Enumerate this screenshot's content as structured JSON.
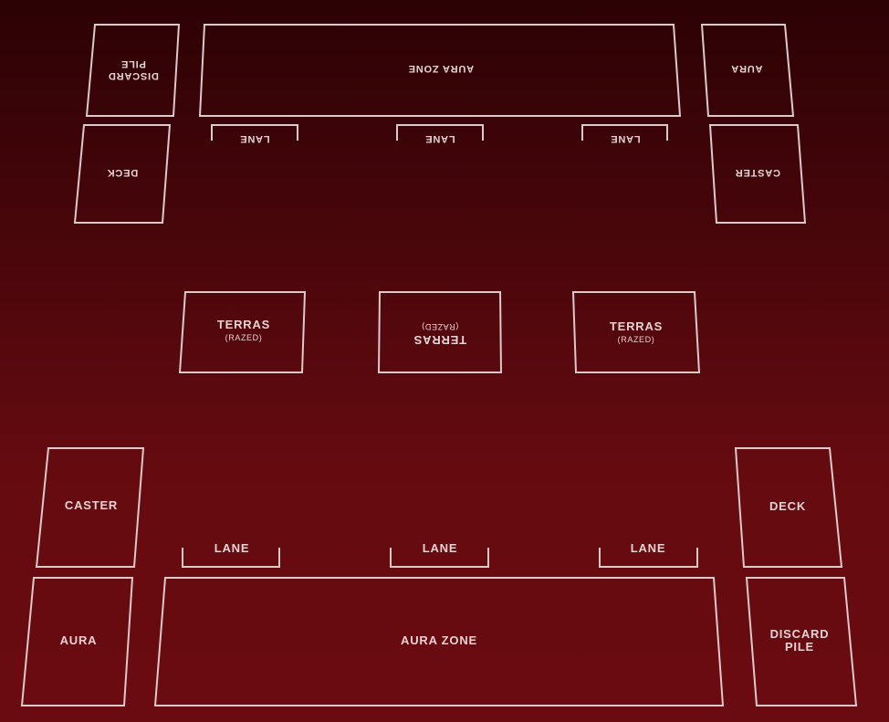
{
  "opponent": {
    "discard_pile": [
      "DISCARD",
      "PILE"
    ],
    "aura_zone": "AURA ZONE",
    "aura": "AURA",
    "deck": "DECK",
    "caster": "CASTER",
    "lanes": [
      "LANE",
      "LANE",
      "LANE"
    ]
  },
  "terras": [
    {
      "name": "TERRAS",
      "status": "(RAZED)"
    },
    {
      "name": "TERRAS",
      "status": "(RAZED)"
    },
    {
      "name": "TERRAS",
      "status": "(RAZED)"
    }
  ],
  "player": {
    "caster": "CASTER",
    "deck": "DECK",
    "lanes": [
      "LANE",
      "LANE",
      "LANE"
    ],
    "aura": "AURA",
    "aura_zone": "AURA ZONE",
    "discard_pile": [
      "DISCARD",
      "PILE"
    ]
  },
  "colors": {
    "background_top": "#2c0205",
    "background_bottom": "#6a0b11",
    "outline": "#dcc9c9",
    "text": "#e4d3d3"
  }
}
